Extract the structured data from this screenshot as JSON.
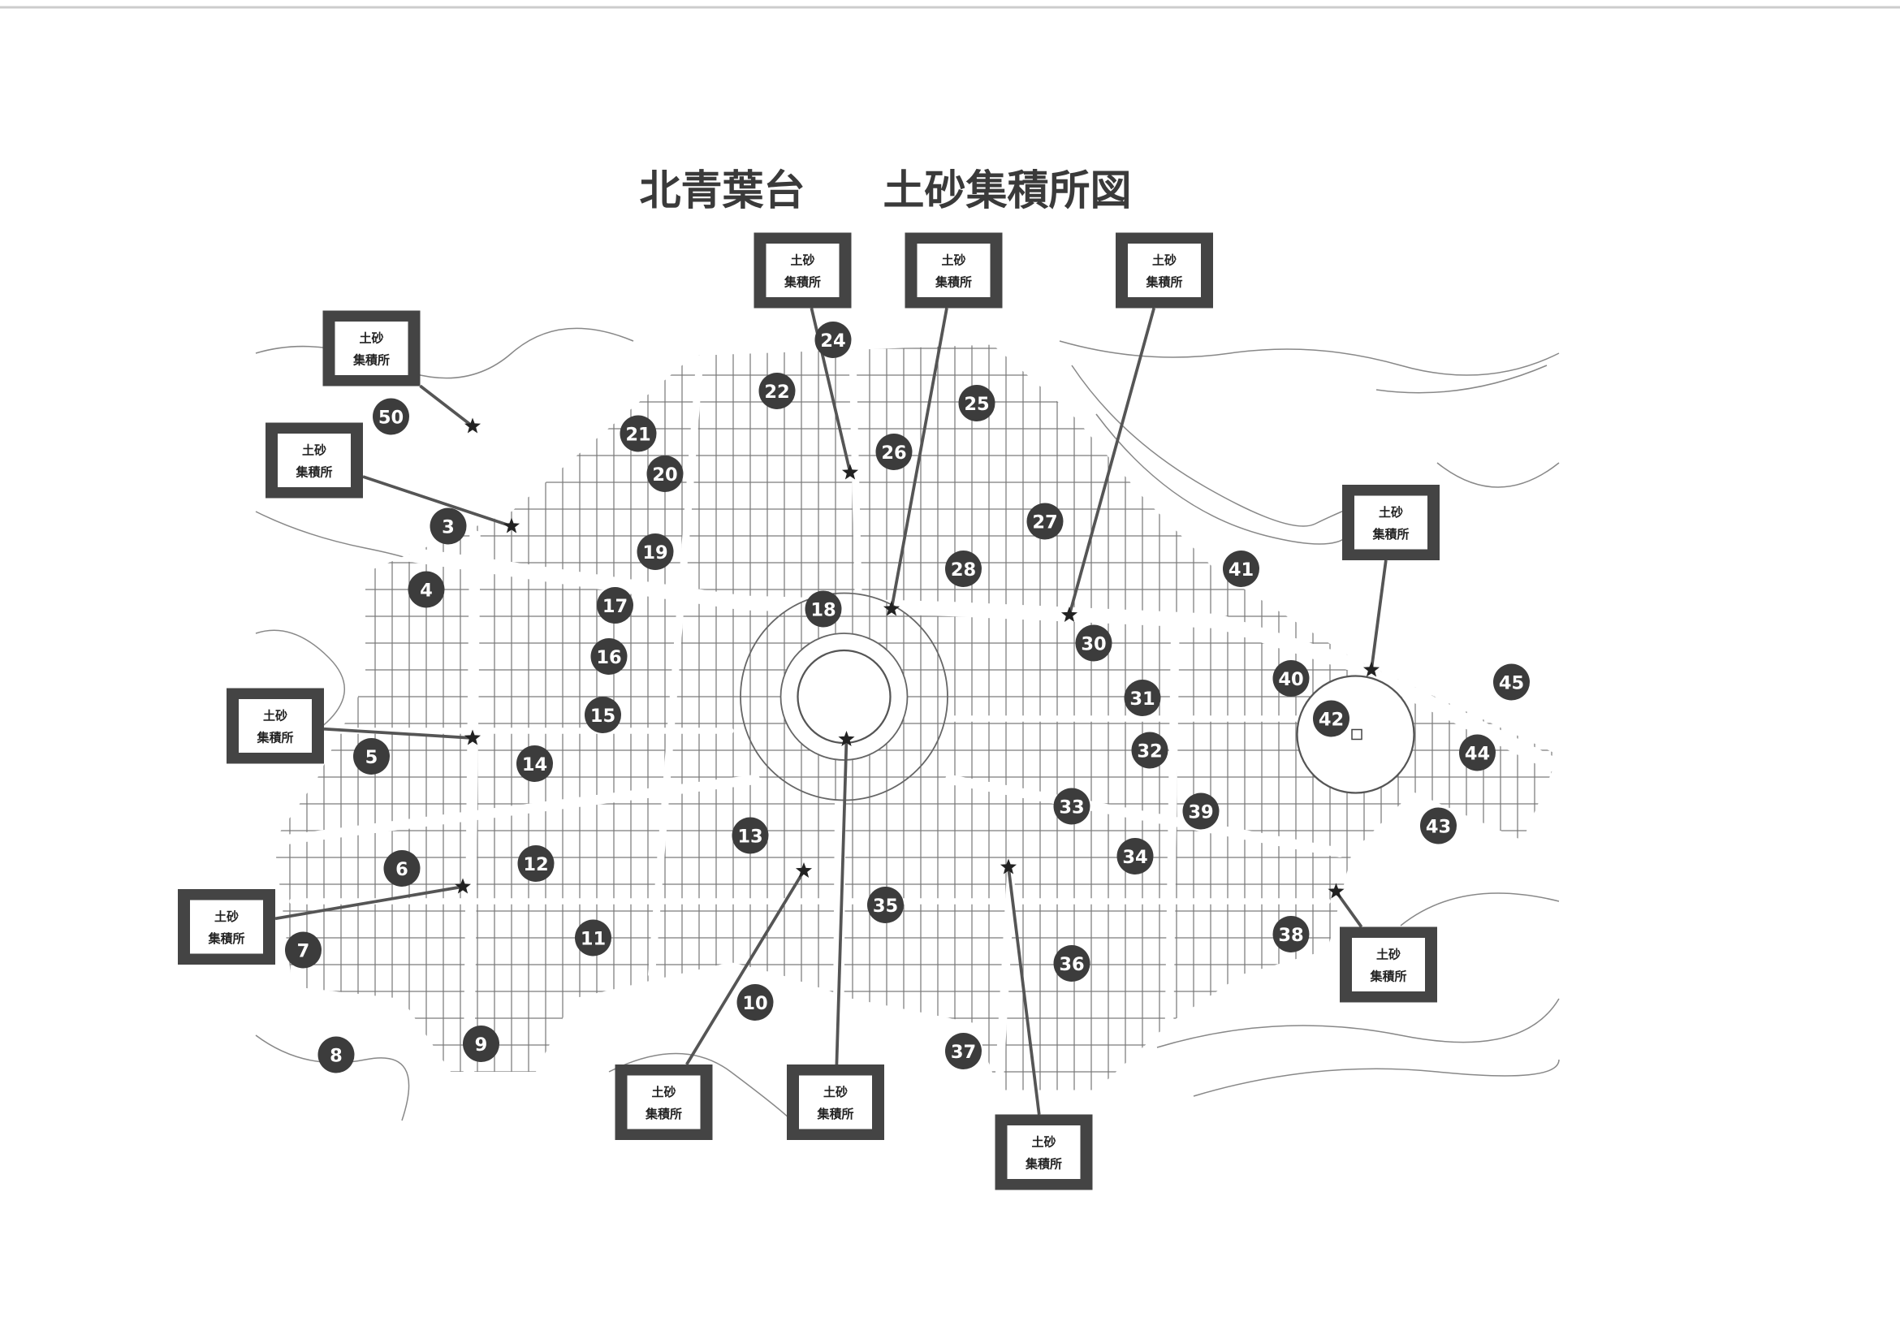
{
  "title": {
    "left": "北青葉台",
    "right": "土砂集積所図"
  },
  "site_label": {
    "line1": "土砂",
    "line2": "集積所"
  },
  "site_count": 12,
  "block_numbers": [
    "3",
    "4",
    "5",
    "6",
    "7",
    "8",
    "9",
    "10",
    "11",
    "12",
    "13",
    "14",
    "15",
    "16",
    "17",
    "18",
    "19",
    "20",
    "21",
    "22",
    "24",
    "25",
    "26",
    "27",
    "28",
    "30",
    "31",
    "32",
    "33",
    "34",
    "35",
    "36",
    "37",
    "38",
    "39",
    "40",
    "41",
    "42",
    "43",
    "44",
    "45",
    "50"
  ],
  "colors": {
    "marker": "#3c3c3c",
    "line": "#555555",
    "box_border": "#444444"
  }
}
